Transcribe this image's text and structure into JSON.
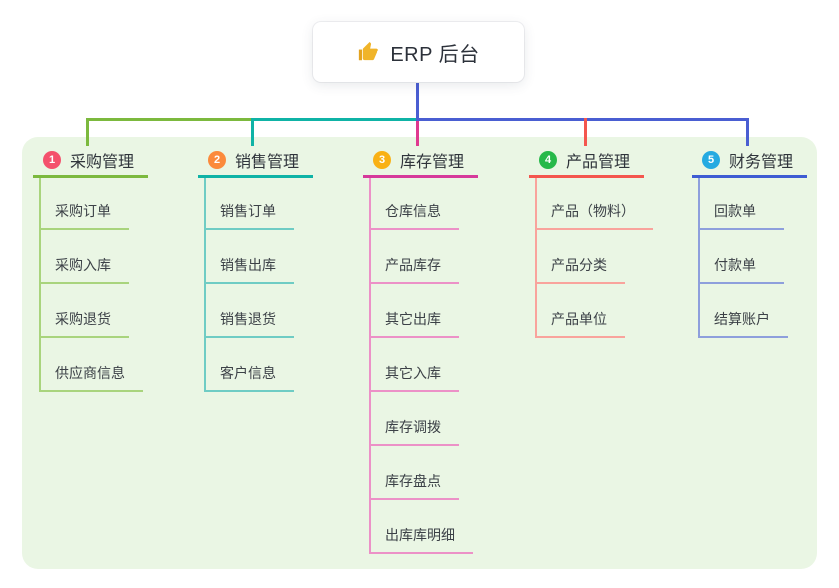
{
  "root": {
    "title": "ERP 后台",
    "icon": "thumbs-up-icon",
    "icon_color": "#f0b429"
  },
  "canvas": {
    "panel_background": "#eaf6e4",
    "root_connector_color": "#4a5ed2"
  },
  "branches": [
    {
      "index": "1",
      "label": "采购管理",
      "badge_color": "#f4516c",
      "line_color": "#7cb93e",
      "child_line_color": "#a9d47d",
      "children": [
        "采购订单",
        "采购入库",
        "采购退货",
        "供应商信息"
      ]
    },
    {
      "index": "2",
      "label": "销售管理",
      "badge_color": "#fb8a3b",
      "line_color": "#0fb3a6",
      "child_line_color": "#6fccc4",
      "children": [
        "销售订单",
        "销售出库",
        "销售退货",
        "客户信息"
      ]
    },
    {
      "index": "3",
      "label": "库存管理",
      "badge_color": "#f9b115",
      "line_color": "#d63a9b",
      "child_line_color": "#ec91c7",
      "children": [
        "仓库信息",
        "产品库存",
        "其它出库",
        "其它入库",
        "库存调拨",
        "库存盘点",
        "出库库明细"
      ]
    },
    {
      "index": "4",
      "label": "产品管理",
      "badge_color": "#27b94a",
      "line_color": "#f4564e",
      "child_line_color": "#f9a39c",
      "children": [
        "产品（物料）",
        "产品分类",
        "产品单位"
      ]
    },
    {
      "index": "5",
      "label": "财务管理",
      "badge_color": "#25aae1",
      "line_color": "#3e5cd3",
      "child_line_color": "#8e9fdc",
      "children": [
        "回款单",
        "付款单",
        "结算账户"
      ]
    }
  ]
}
